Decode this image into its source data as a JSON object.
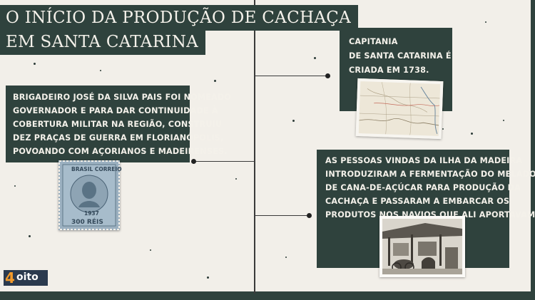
{
  "title": {
    "line1": "O INÍCIO DA PRODUÇÃO DE CACHAÇA",
    "line2": "EM SANTA CATARINA"
  },
  "events": {
    "capitania": {
      "lines": [
        "CAPITANIA",
        "DE SANTA CATARINA É",
        "CRIADA EM 1738."
      ]
    },
    "brigadeiro": {
      "lines": [
        "BRIGADEIRO JOSÉ DA SILVA PAIS FOI NOMEADO",
        "GOVERNADOR E PARA DAR CONTINUIDADE À",
        "COBERTURA MILITAR NA REGIÃO, CONSTRUIU",
        "DEZ PRAÇAS DE GUERRA EM FLORIANÓPOLIS,",
        "POVOANDO COM AÇORIANOS E MADEIRENSES."
      ]
    },
    "madeira": {
      "lines": [
        "AS PESSOAS VINDAS DA ILHA DA MADEIRA",
        "INTRODUZIRAM A FERMENTAÇÃO DO MELADO",
        "DE CANA-DE-AÇÚCAR PARA PRODUÇÃO DA",
        "CACHAÇA E PASSARAM A EMBARCAR OS",
        "PRODUTOS NOS NAVIOS QUE ALI APORTAVAM."
      ]
    }
  },
  "stamp": {
    "country": "BRASIL CORREIO",
    "value": "300 RÉIS",
    "year": "1937"
  },
  "logo": {
    "number": "4",
    "word": "oito"
  },
  "colors": {
    "background": "#f2efe9",
    "panel": "#2f423d",
    "panel_text": "#f4f1ea",
    "logo_accent": "#f39a2a"
  }
}
